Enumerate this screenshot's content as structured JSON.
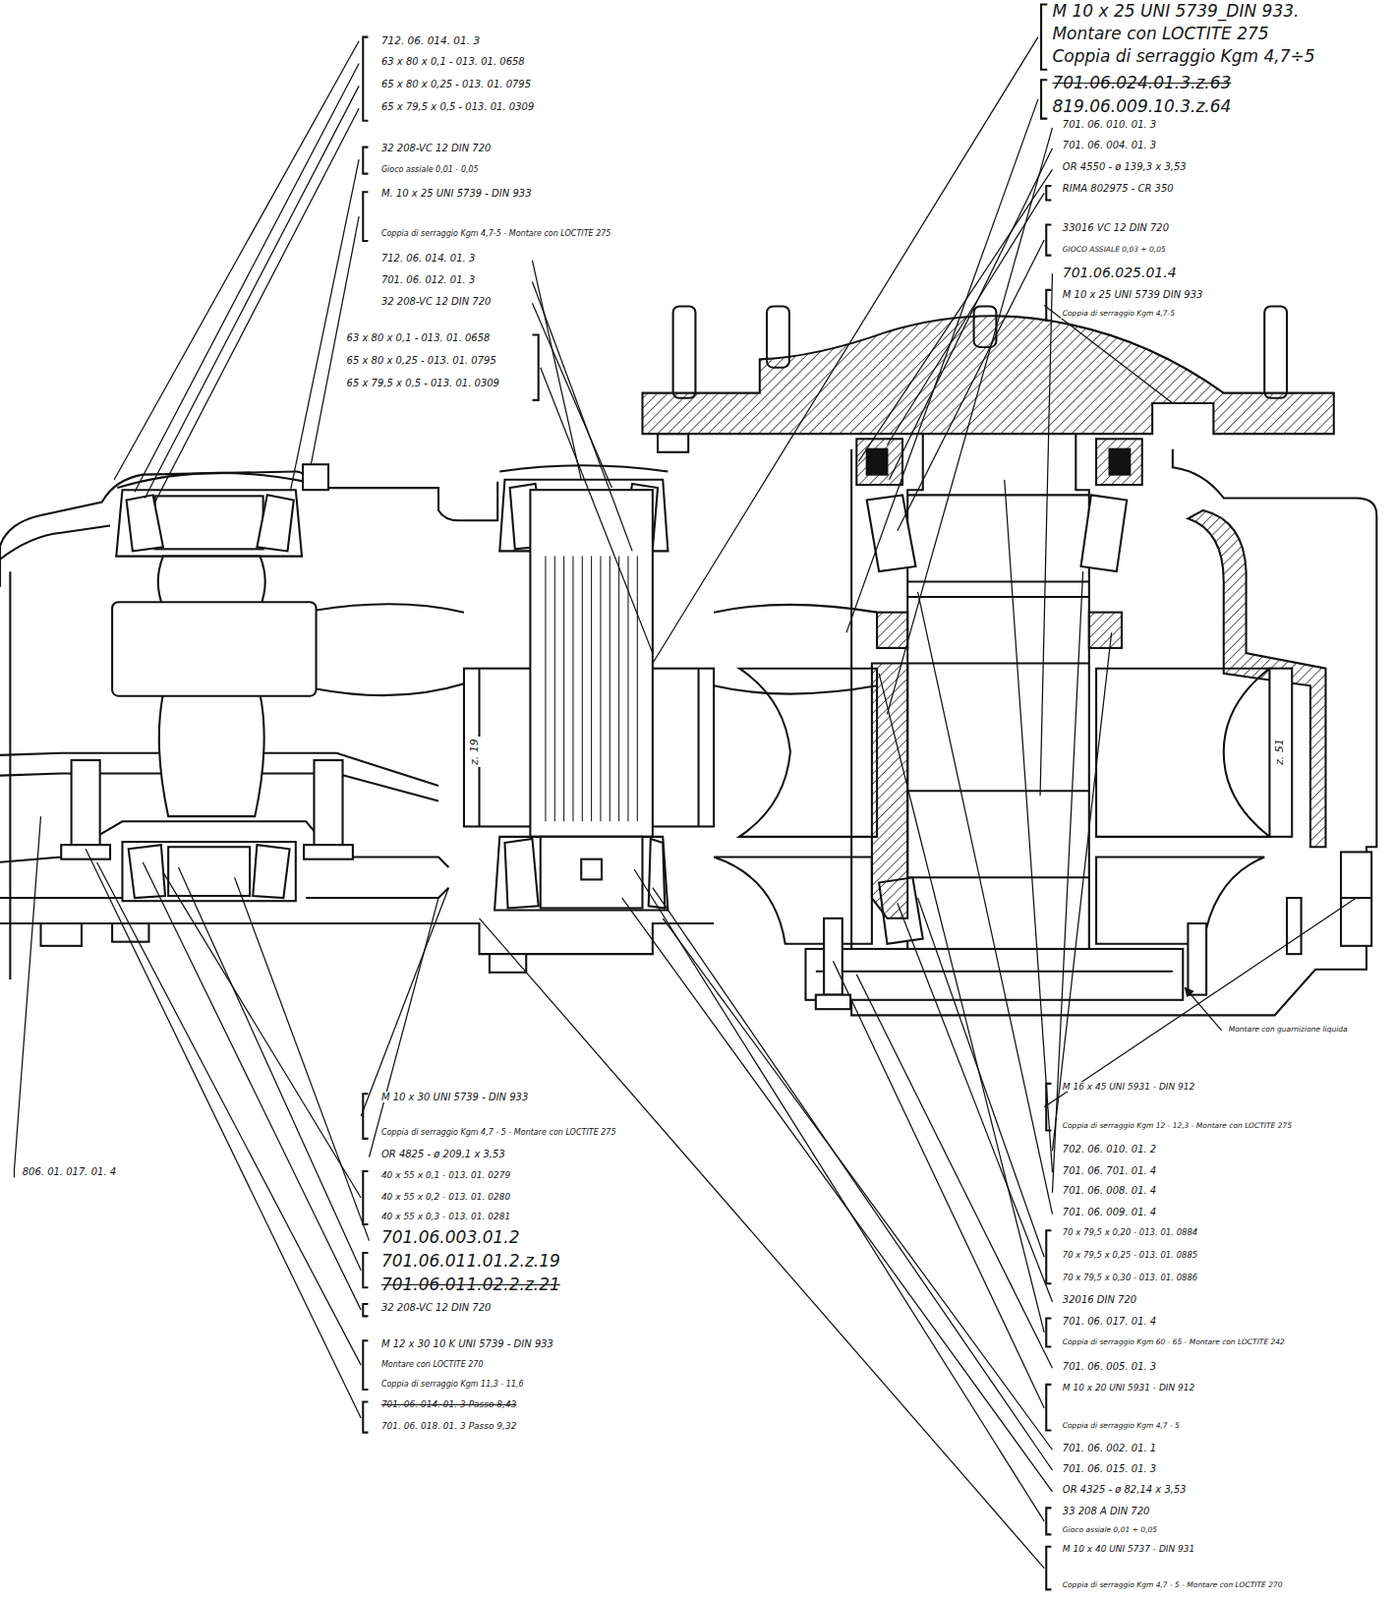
{
  "diagram": {
    "labels": [
      "712. 06. 014. 01. 3",
      "63 x 80 x 0,1 - 013. 01. 0658",
      "65 x 80 x 0,25 - 013. 01. 0795",
      "65 x 79,5 x 0,5 - 013. 01. 0309",
      "32 208-VC 12 DIN 720",
      "Gioco assiale 0,01 - 0,05",
      "M. 10 x 25 UNI 5739 - DIN 933",
      "Coppia di serraggio Kgm 4,7-5 - Montare con LOCTITE 275",
      "712. 06. 014. 01. 3",
      "701. 06. 012. 01. 3",
      "32 208-VC 12 DIN 720",
      "63 x 80 x 0,1 - 013. 01. 0658",
      "65 x 80 x 0,25 - 013. 01. 0795",
      "65 x 79,5 x 0,5 - 013. 01. 0309",
      "M 10 x 25 UNI 5739_DIN 933.",
      "Montare con LOCTITE 275",
      "Coppia di serraggio Kgm 4,7÷5",
      "701.06.024.01.3.z.63",
      "819.06.009.10.3.z.64",
      "701. 06. 010. 01. 3",
      "701. 06. 004. 01. 3",
      "OR 4550 - ø 139,3 x 3,53",
      "RIMA 802975 - CR 350",
      "33016 VC 12 DIN 720",
      "GIOCO ASSIALE 0,03 ÷ 0,05",
      "701.06.025.01.4",
      "M 10 x 25 UNI 5739 DIN 933",
      "Coppia di serraggio Kgm 4,7-5",
      "z. 19",
      "z. 51",
      "Montare con guarnizione liquida",
      "M 10 x 30 UNI 5739 - DIN 933",
      "Coppia di serraggio Kgm 4,7 - 5 - Montare con LOCTITE 275",
      "OR 4825 - ø 209,1 x 3,53",
      "40 x 55 x 0,1 - 013. 01. 0279",
      "40 x 55 x 0,2 - 013. 01. 0280",
      "40 x 55 x 0,3 - 013. 01. 0281",
      "701.06.003.01.2",
      "701.06.011.01.2.z.19",
      "701.06.011.02.2.z.21",
      "32 208-VC 12 DIN 720",
      "M 12 x 30 10 K UNI 5739 - DIN 933",
      "Montare con LOCTITE 270",
      "Coppia di serraggio Kgm 11,3 - 11,6",
      "701. 06. 014. 01. 3 Passo 8,43",
      "701. 06. 018. 01. 3 Passo 9,32",
      "806. 01. 017. 01. 4",
      "M 16 x 45 UNI 5931 - DIN 912",
      "Coppia di serraggio Kgm 12 - 12,3 - Montare con LOCTITE 275",
      "702. 06. 010. 01. 2",
      "701. 06. 701. 01. 4",
      "701. 06. 008. 01. 4",
      "701. 06. 009. 01. 4",
      "70 x 79,5 x 0,20 - 013. 01. 0884",
      "70 x 79,5 x 0,25 - 013. 01. 0885",
      "70 x 79,5 x 0,30 - 013. 01. 0886",
      "32016 DIN 720",
      "701. 06. 017. 01. 4",
      "Coppia di serraggio Kgm 60 - 65 - Montare con LOCTITE 242",
      "701. 06. 005. 01. 3",
      "M 10 x 20 UNI 5931 - DIN 912",
      "Coppia di serraggio Kgm 4,7 - 5",
      "701. 06. 002. 01. 1",
      "701. 06. 015. 01. 3",
      "OR 4325 - ø 82,14 x 3,53",
      "33 208 A DIN 720",
      "Gioco assiale 0,01 ÷ 0,05",
      "M 10 x 40 UNI 5737 - DIN 931",
      "Coppia di serraggio Kgm 4,7 - 5 - Montare con LOCTITE 270"
    ]
  }
}
